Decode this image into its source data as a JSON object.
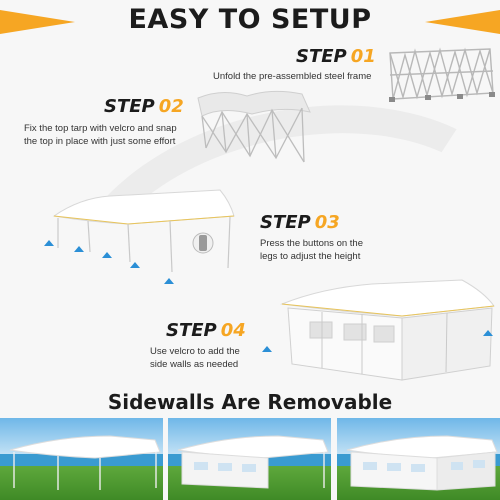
{
  "header": {
    "title": "EASY TO SETUP"
  },
  "steps": [
    {
      "label": "STEP",
      "number": "01",
      "desc_lines": [
        "Unfold the pre-assembled steel frame"
      ]
    },
    {
      "label": "STEP",
      "number": "02",
      "desc_lines": [
        "Fix the top tarp with velcro and snap",
        "the top in place with just some effort"
      ]
    },
    {
      "label": "STEP",
      "number": "03",
      "desc_lines": [
        "Press the buttons on the",
        "legs to adjust the height"
      ]
    },
    {
      "label": "STEP",
      "number": "04",
      "desc_lines": [
        "Use velcro to add the",
        "side walls as needed"
      ]
    }
  ],
  "footer": {
    "title": "Sidewalls Are Removable"
  },
  "colors": {
    "accent": "#f6a623",
    "text": "#1c1c1c",
    "tent": "#ffffff",
    "arrow": "#2b8fd6"
  }
}
